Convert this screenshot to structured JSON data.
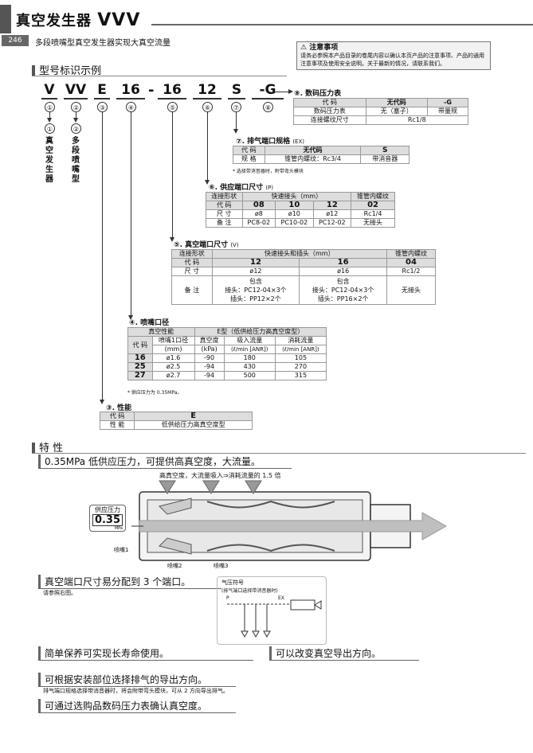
{
  "header": {
    "title": "真空发生器",
    "series": "VVV",
    "page": "246",
    "subtitle": "多段喷嘴型真空发生器实现大真空流量"
  },
  "notice": {
    "title": "注意事项",
    "text": "请务必参照本产品目录的卷尾内容以确认本页产品的注意事项、产品的通用注意事项及使用安全说明。关于最新的情况，请联系我们。"
  },
  "section_model": "型号标识示例",
  "model": {
    "parts": [
      "V",
      "VV",
      "E",
      "16",
      "16",
      "12",
      "S",
      "G"
    ],
    "dash": "-",
    "nums": [
      "①",
      "②",
      "③",
      "④",
      "⑤",
      "⑥",
      "⑦",
      "⑧"
    ],
    "label1": "真空发生器",
    "label2": "多段喷嘴型"
  },
  "t8": {
    "title": "⑧. 数码压力表",
    "h": [
      "代 码",
      "无代码",
      "-G"
    ],
    "r1": [
      "数码压力表",
      "无（塞子）",
      "带量规"
    ],
    "r2": [
      "连接螺纹尺寸",
      "Rc1/8"
    ]
  },
  "t7": {
    "title": "⑦. 排气端口规格",
    "suffix": "(EX)",
    "h": [
      "代 码",
      "无代码",
      "S"
    ],
    "r1": [
      "规 格",
      "锥管内螺纹：Rc3/4",
      "带消音器"
    ],
    "note": "* 选择带消音器时，附带弯头模块"
  },
  "t6": {
    "title": "⑥. 供应端口尺寸",
    "suffix": "(P)",
    "h1": [
      "连接形状",
      "快速接头（mm）",
      "锥管内螺纹"
    ],
    "h2": [
      "代 码",
      "08",
      "10",
      "12",
      "02"
    ],
    "r1": [
      "尺 寸",
      "ø8",
      "ø10",
      "ø12",
      "Rc1/4"
    ],
    "r2": [
      "备 注",
      "PC8-02",
      "PC10-02",
      "PC12-02",
      "无接头"
    ]
  },
  "t5": {
    "title": "⑤. 真空端口尺寸",
    "suffix": "(V)",
    "h1": [
      "连接形状",
      "快速接头和插头（mm）",
      "锥管内螺纹"
    ],
    "h2": [
      "代 码",
      "12",
      "16",
      "04"
    ],
    "r1": [
      "尺 寸",
      "ø12",
      "ø16",
      "Rc1/2"
    ],
    "r2": [
      "备 注",
      "包含\n接头：PC12-04×3个\n插头：PP12×2个",
      "包含\n接头：PC12-04×3个\n插头：PP16×2个",
      "无接头"
    ]
  },
  "t4": {
    "title": "④. 喷嘴口径",
    "h1": [
      "真空性能",
      "E型（低供给压力高真空度型）"
    ],
    "h2": [
      "代 码",
      "喷嘴1口径",
      "真空度",
      "吸入流量",
      "消耗流量"
    ],
    "h3": [
      "(mm)",
      "(kPa)",
      "(ℓ/min [ANR])",
      "(ℓ/min [ANR])"
    ],
    "rows": [
      [
        "16",
        "ø1.6",
        "-90",
        "180",
        "105"
      ],
      [
        "25",
        "ø2.5",
        "-94",
        "430",
        "270"
      ],
      [
        "27",
        "ø2.7",
        "-94",
        "500",
        "315"
      ]
    ],
    "note": "* 供应压力为 0.35MPa。"
  },
  "t3": {
    "title": "③. 性能",
    "h": [
      "代 码",
      "E"
    ],
    "r1": [
      "性 能",
      "低供给压力高真空度型"
    ]
  },
  "section_feat": "特 性",
  "features": {
    "f1": "0.35MPa 低供应压力，可提供高真空度，大流量。",
    "diagram_caption": "高真空度，大流量吸入⇒消耗流量的 1.5 倍",
    "supply_label": "供应压力",
    "supply_value": "0.35",
    "supply_unit": "MPa",
    "nozzle1": "喷嘴1",
    "nozzle2": "喷嘴2",
    "nozzle3": "喷嘴3",
    "f2": "真空端口尺寸易分配到 3 个端口。",
    "f2_sub": "请参照右图。",
    "symbol_title": "气压符号",
    "symbol_sub": "(排气端口选择带消音器时)",
    "sym_p": "P",
    "sym_ex": "EX",
    "f3": "简单保养可实现长寿命使用。",
    "f4": "可以改变真空导出方向。",
    "f5": "可根据安装部位选择排气的导出方向。",
    "f5_sub": "排气端口规格选择带消音器时，将会附带弯头模块，可从 2 方向导出排气。",
    "f6": "可通过选购品数码压力表确认真空度。"
  },
  "colors": {
    "accent": "#555555",
    "flow_arrow": "#bfbfbf",
    "table_head": "#dddddd"
  }
}
